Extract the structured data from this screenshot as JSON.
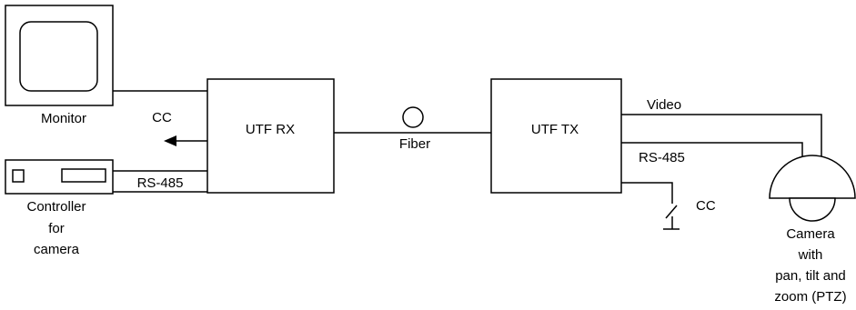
{
  "labels": {
    "monitor": "Monitor",
    "cc_left": "CC",
    "utf_rx": "UTF RX",
    "fiber": "Fiber",
    "utf_tx": "UTF TX",
    "video": "Video",
    "rs485_right": "RS-485",
    "rs485_left": "RS-485",
    "cc_right": "CC",
    "controller_line1": "Controller",
    "controller_line2": "for",
    "controller_line3": "camera",
    "camera_line1": "Camera",
    "camera_line2": "with",
    "camera_line3": "pan, tilt and",
    "camera_line4": "zoom (PTZ)"
  }
}
